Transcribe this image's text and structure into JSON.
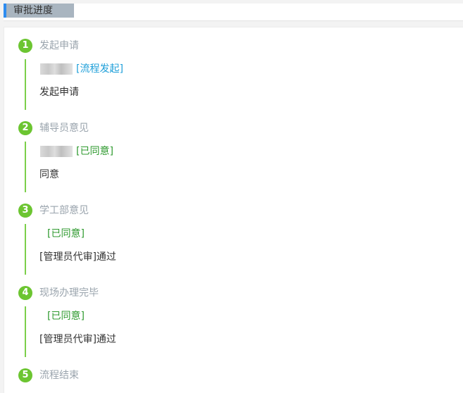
{
  "header": {
    "tab_title": "审批进度"
  },
  "steps": [
    {
      "number": "1",
      "title": "发起申请",
      "status": "[流程发起]",
      "comment": "发起申请"
    },
    {
      "number": "2",
      "title": "辅导员意见",
      "status": "[已同意]",
      "comment": "同意"
    },
    {
      "number": "3",
      "title": "学工部意见",
      "status": "[已同意]",
      "comment": "[管理员代审]通过"
    },
    {
      "number": "4",
      "title": "现场办理完毕",
      "status": "[已同意]",
      "comment": "[管理员代审]通过"
    },
    {
      "number": "5",
      "title": "流程结束"
    }
  ],
  "colors": {
    "badge": "#6cc531",
    "timeline": "#7ccf4a",
    "status_started": "#1e9fd9",
    "status_approved": "#2f9a2f",
    "tab_accent": "#2d8cf0"
  }
}
